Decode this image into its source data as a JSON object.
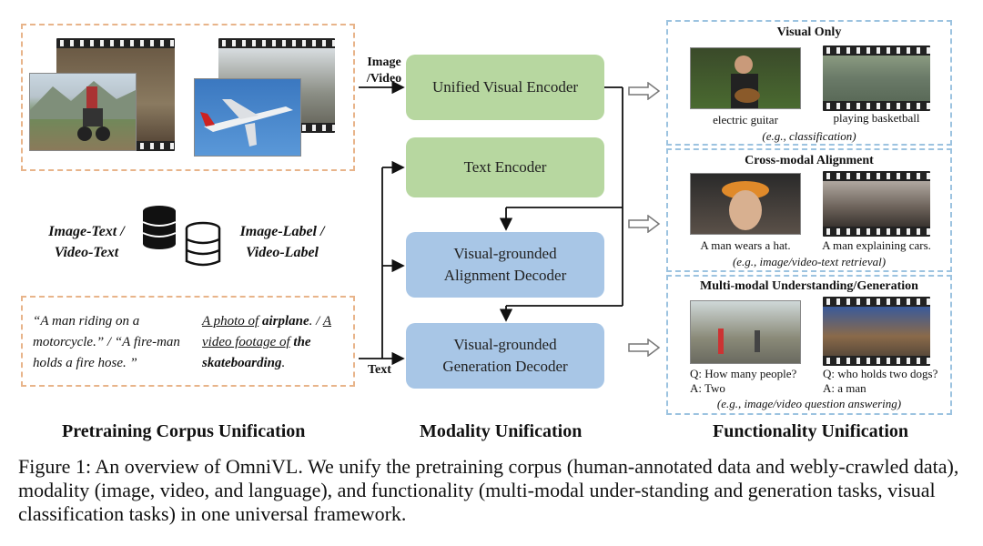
{
  "pretraining": {
    "image_video_label": "Image\n/Video",
    "text_label": "Text",
    "dataset_left": "Image-Text /\nVideo-Text",
    "dataset_right": "Image-Label /\nVideo-Label",
    "quote_left": "“A man riding on a motorcycle.” / “A fire-man holds a fire hose. ”",
    "quote_right_photo": "A photo of",
    "quote_right_airplane": "airplane",
    "quote_right_sep": ". /",
    "quote_right_video": "A video footage of",
    "quote_right_the": "the",
    "quote_right_skate": "skateboarding",
    "quote_right_end": "."
  },
  "modality": {
    "encoder_visual": "Unified Visual Encoder",
    "encoder_text": "Text Encoder",
    "decoder_align": "Visual-grounded\nAlignment Decoder",
    "decoder_gen": "Visual-grounded\nGeneration Decoder"
  },
  "functionality": {
    "visual_only": {
      "title": "Visual Only",
      "cap1": "electric guitar",
      "cap2": "playing basketball",
      "eg": "(e.g., classification)"
    },
    "cross_modal": {
      "title": "Cross-modal Alignment",
      "cap1": "A man wears a hat.",
      "cap2": "A man explaining cars.",
      "eg": "(e.g., image/video-text retrieval)"
    },
    "multimodal": {
      "title": "Multi-modal Understanding/Generation",
      "q1": "Q: How many people?",
      "a1": "A: Two",
      "q2": "Q: who holds two dogs?",
      "a2": "A: a man",
      "eg": "(e.g., image/video question answering)"
    }
  },
  "section_labels": {
    "left": "Pretraining Corpus Unification",
    "middle": "Modality Unification",
    "right": "Functionality Unification"
  },
  "figure_caption": "Figure 1: An overview of OmniVL. We unify the pretraining corpus (human-annotated data and webly-crawled data), modality (image, video, and language), and functionality (multi-modal under-standing and generation tasks, visual classification tasks) in one universal framework.",
  "colors": {
    "green_box": "#b7d7a0",
    "blue_box": "#a8c6e6",
    "orange_dash": "#e8b48a",
    "blue_dash": "#9cc3e0"
  },
  "icons": [
    "database-icon",
    "film-strip-icon",
    "hollow-arrow-icon"
  ]
}
